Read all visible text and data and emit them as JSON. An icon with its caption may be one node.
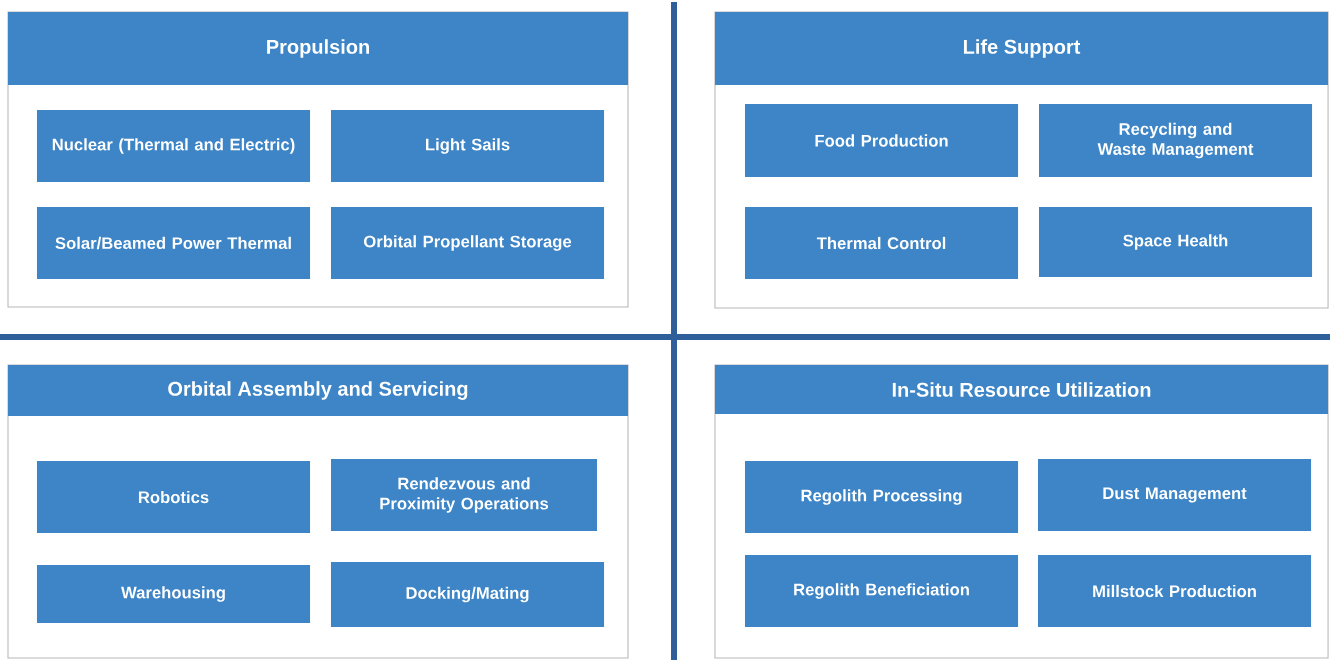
{
  "diagram": {
    "nodes": [
      {
        "text": [
          "Propulsion"
        ]
      },
      {
        "text": [
          "Nuclear (Thermal and Electric)"
        ],
        "in": 0
      },
      {
        "text": [
          "Light Sails"
        ],
        "in": 0
      },
      {
        "text": [
          "Solar/Beamed Power Thermal"
        ],
        "in": 0
      },
      {
        "text": [
          "Orbital Propellant Storage"
        ],
        "in": 0
      },
      {
        "text": [
          "Life Support"
        ]
      },
      {
        "text": [
          "Food Production"
        ],
        "in": 5
      },
      {
        "text": [
          "Recycling and Waste Management"
        ],
        "in": 5
      },
      {
        "text": [
          "Thermal Control"
        ],
        "in": 5
      },
      {
        "text": [
          "Space Health"
        ],
        "in": 5
      },
      {
        "text": [
          "Orbital Assembly and Servicing"
        ]
      },
      {
        "text": [
          "Robotics"
        ],
        "in": 10
      },
      {
        "text": [
          "Rendezvous and Proximity Operations"
        ],
        "in": 10
      },
      {
        "text": [
          "Warehousing"
        ],
        "in": 10
      },
      {
        "text": [
          "Docking/Mating"
        ],
        "in": 10
      },
      {
        "text": [
          "In-Situ Resource Utilization"
        ]
      },
      {
        "text": [
          "Regolith Processing"
        ],
        "in": 15
      },
      {
        "text": [
          "Dust Management"
        ],
        "in": 15
      },
      {
        "text": [
          "Regolith Beneficiation"
        ],
        "in": 15
      },
      {
        "text": [
          "Millstock Production"
        ],
        "in": 15
      }
    ]
  }
}
